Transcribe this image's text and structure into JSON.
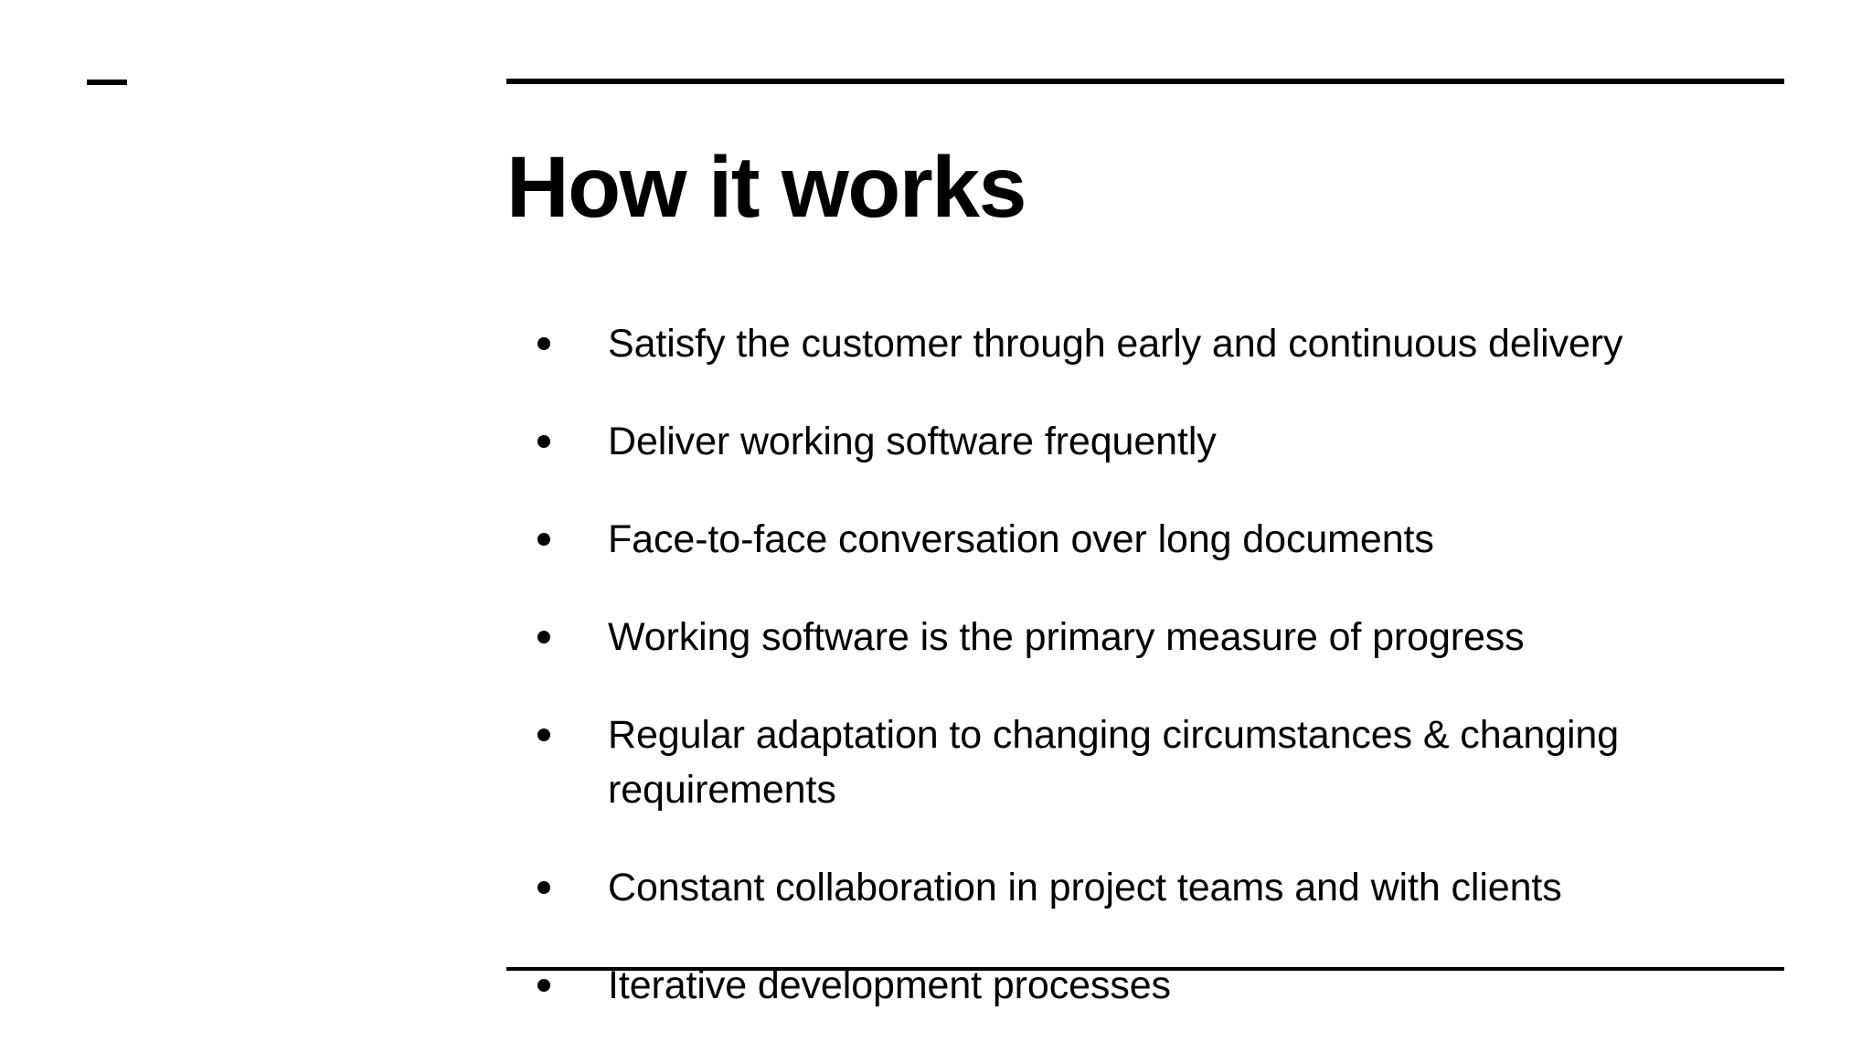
{
  "slide": {
    "title": "How it works",
    "background_color": "#ffffff",
    "text_color": "#000000",
    "corner_mark": "dash-mark",
    "rules": {
      "top": "horizontal-rule-top",
      "bottom": "horizontal-rule-bottom"
    },
    "bullets": [
      {
        "text": "Satisfy the customer through early and continuous delivery"
      },
      {
        "text": "Deliver working software frequently"
      },
      {
        "text": "Face-to-face conversation over long documents"
      },
      {
        "text": "Working software is the primary measure of progress"
      },
      {
        "text": "Regular adaptation to changing circumstances & changing requirements"
      },
      {
        "text": "Constant collaboration in project teams and with clients"
      },
      {
        "text": "Iterative development processes"
      }
    ]
  }
}
